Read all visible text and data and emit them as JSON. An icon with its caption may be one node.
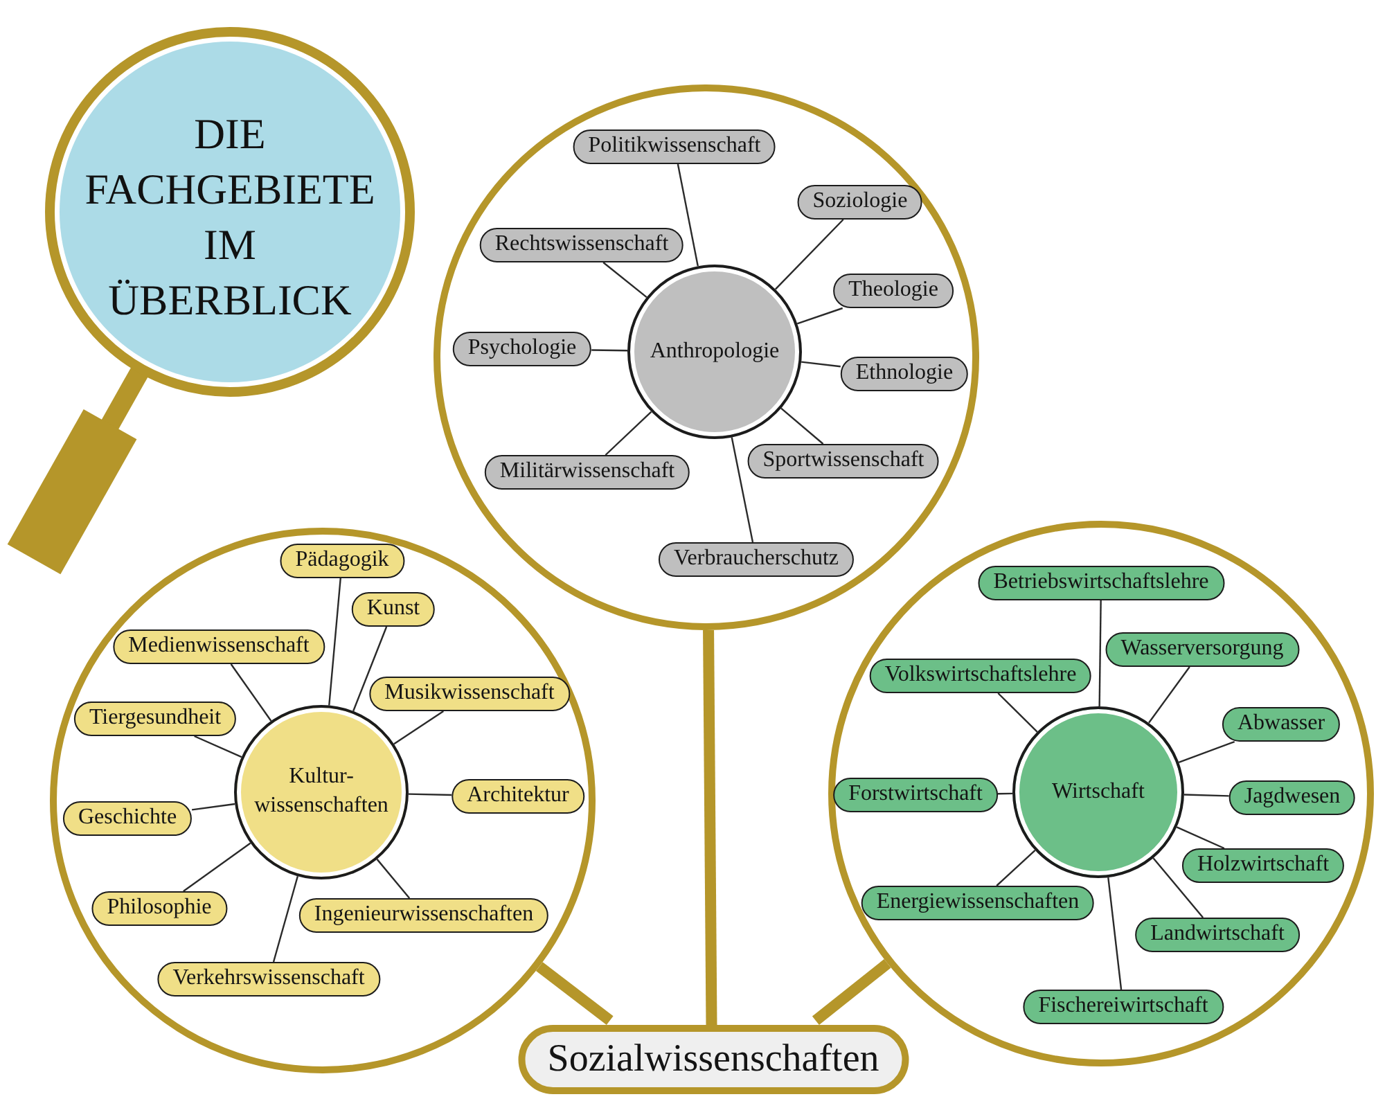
{
  "diagram": {
    "title": "DIE FACHGEBIETE IM ÜBERBLICK",
    "nodes": [
      {
        "text": [],
        "shape": "circle"
      },
      {
        "text": [
          "Anthropologie"
        ],
        "in": 0
      },
      {
        "text": [
          "Politikwissenschaft"
        ],
        "in": 0
      },
      {
        "text": [
          "Rechtswissenschaft"
        ],
        "in": 0
      },
      {
        "text": [
          "Soziologie"
        ],
        "in": 0
      },
      {
        "text": [
          "Theologie"
        ],
        "in": 0
      },
      {
        "text": [
          "Psychologie"
        ],
        "in": 0
      },
      {
        "text": [
          "Ethnologie"
        ],
        "in": 0
      },
      {
        "text": [
          "Militärwissenschaft"
        ],
        "in": 0
      },
      {
        "text": [
          "Sportwissenschaft"
        ],
        "in": 0
      },
      {
        "text": [
          "Verbraucherschutz"
        ],
        "in": 0
      },
      {
        "text": [],
        "shape": "circle"
      },
      {
        "text": [
          "Kultur- wissenschaften"
        ],
        "in": 11
      },
      {
        "text": [
          "Pädagogik"
        ],
        "in": 11
      },
      {
        "text": [
          "Kunst"
        ],
        "in": 11
      },
      {
        "text": [
          "Medienwissenschaft"
        ],
        "in": 11
      },
      {
        "text": [
          "Musikwissenschaft"
        ],
        "in": 11
      },
      {
        "text": [
          "Tiergesundheit"
        ],
        "in": 11
      },
      {
        "text": [
          "Architektur"
        ],
        "in": 11
      },
      {
        "text": [
          "Geschichte"
        ],
        "in": 11
      },
      {
        "text": [
          "Philosophie"
        ],
        "in": 11
      },
      {
        "text": [
          "Ingenieurwissenschaften"
        ],
        "in": 11
      },
      {
        "text": [
          "Verkehrswissenschaft"
        ],
        "in": 11
      },
      {
        "text": [],
        "shape": "circle"
      },
      {
        "text": [
          "Wirtschaft"
        ],
        "in": 23
      },
      {
        "text": [
          "Betriebswirtschaftslehre"
        ],
        "in": 23
      },
      {
        "text": [
          "Wasserversorgung"
        ],
        "in": 23
      },
      {
        "text": [
          "Volkswirtschaftslehre"
        ],
        "in": 23
      },
      {
        "text": [
          "Abwasser"
        ],
        "in": 23
      },
      {
        "text": [
          "Forstwirtschaft"
        ],
        "in": 23
      },
      {
        "text": [
          "Jagdwesen"
        ],
        "in": 23
      },
      {
        "text": [
          "Holzwirtschaft"
        ],
        "in": 23
      },
      {
        "text": [
          "Energiewissenschaften"
        ],
        "in": 23
      },
      {
        "text": [
          "Landwirtschaft"
        ],
        "in": 23
      },
      {
        "text": [
          "Fischereiwirtschaft"
        ],
        "in": 23
      },
      {
        "text": [
          "Sozialwissenschaften"
        ]
      }
    ],
    "edges": [
      {
        "from": 1,
        "to": 2,
        "arrow": "none"
      },
      {
        "from": 1,
        "to": 3,
        "arrow": "none"
      },
      {
        "from": 1,
        "to": 4,
        "arrow": "none"
      },
      {
        "from": 1,
        "to": 5,
        "arrow": "none"
      },
      {
        "from": 1,
        "to": 6,
        "arrow": "none"
      },
      {
        "from": 1,
        "to": 7,
        "arrow": "none"
      },
      {
        "from": 1,
        "to": 8,
        "arrow": "none"
      },
      {
        "from": 1,
        "to": 9,
        "arrow": "none"
      },
      {
        "from": 1,
        "to": 10,
        "arrow": "none"
      },
      {
        "from": 12,
        "to": 13,
        "arrow": "none"
      },
      {
        "from": 12,
        "to": 14,
        "arrow": "none"
      },
      {
        "from": 12,
        "to": 15,
        "arrow": "none"
      },
      {
        "from": 12,
        "to": 16,
        "arrow": "none"
      },
      {
        "from": 12,
        "to": 17,
        "arrow": "none"
      },
      {
        "from": 12,
        "to": 18,
        "arrow": "none"
      },
      {
        "from": 12,
        "to": 19,
        "arrow": "none"
      },
      {
        "from": 12,
        "to": 20,
        "arrow": "none"
      },
      {
        "from": 12,
        "to": 21,
        "arrow": "none"
      },
      {
        "from": 12,
        "to": 22,
        "arrow": "none"
      },
      {
        "from": 24,
        "to": 25,
        "arrow": "none"
      },
      {
        "from": 24,
        "to": 26,
        "arrow": "none"
      },
      {
        "from": 24,
        "to": 27,
        "arrow": "none"
      },
      {
        "from": 24,
        "to": 28,
        "arrow": "none"
      },
      {
        "from": 24,
        "to": 29,
        "arrow": "none"
      },
      {
        "from": 24,
        "to": 30,
        "arrow": "none"
      },
      {
        "from": 24,
        "to": 31,
        "arrow": "none"
      },
      {
        "from": 24,
        "to": 32,
        "arrow": "none"
      },
      {
        "from": 24,
        "to": 33,
        "arrow": "none"
      },
      {
        "from": 24,
        "to": 34,
        "arrow": "none"
      },
      {
        "from": 35,
        "to": 11,
        "arrow": "none",
        "style": "thick",
        "color": "#b5962a"
      },
      {
        "from": 35,
        "to": 0,
        "arrow": "none",
        "style": "thick",
        "color": "#b5962a"
      },
      {
        "from": 35,
        "to": 23,
        "arrow": "none",
        "style": "thick",
        "color": "#b5962a"
      }
    ]
  }
}
